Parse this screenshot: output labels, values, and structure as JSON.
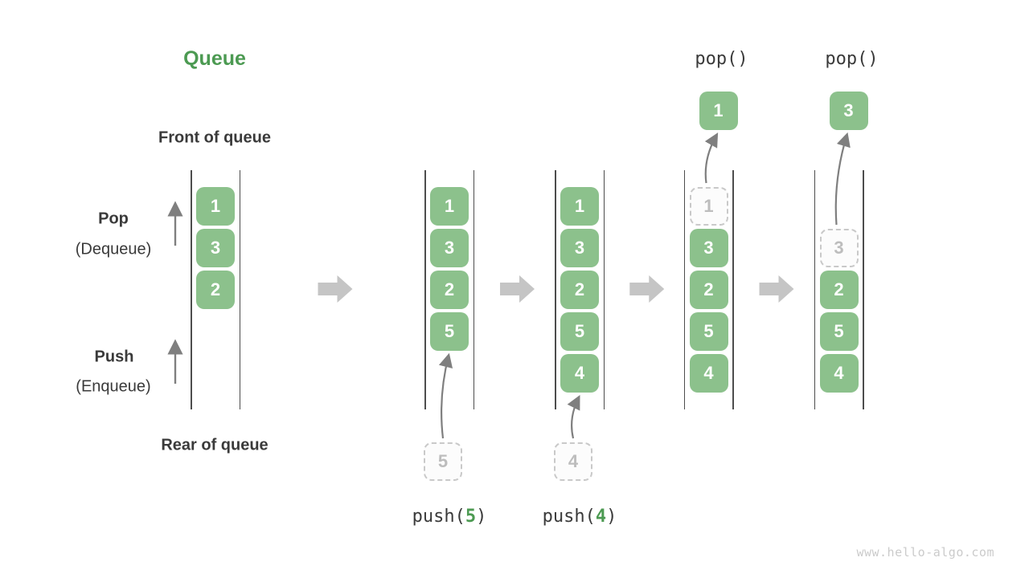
{
  "title": "Queue",
  "watermark": "www.hello-algo.com",
  "side_labels": {
    "front": "Front of queue",
    "rear": "Rear of queue",
    "pop": "Pop",
    "pop_sub": "(Dequeue)",
    "push": "Push",
    "push_sub": "(Enqueue)"
  },
  "colors": {
    "accent_green": "#4c9a52",
    "box_green": "#8cc18c",
    "box_text": "#ffffff",
    "ghost_fill": "#fcfcfc",
    "ghost_border": "#c9c9c9",
    "ghost_text": "#bdbdbd",
    "dark_text": "#3a3a3a",
    "thin_arrow": "#7f7f7f",
    "block_arrow": "#c5c5c5",
    "rail": "#4d4d4d",
    "watermark": "#cbcbcb"
  },
  "diagram": {
    "states": [
      {
        "cells": [
          {
            "row": 0,
            "value": "1",
            "ghost": false
          },
          {
            "row": 1,
            "value": "3",
            "ghost": false
          },
          {
            "row": 2,
            "value": "2",
            "ghost": false
          }
        ],
        "op": null
      },
      {
        "cells": [
          {
            "row": 0,
            "value": "1",
            "ghost": false
          },
          {
            "row": 1,
            "value": "3",
            "ghost": false
          },
          {
            "row": 2,
            "value": "2",
            "ghost": false
          },
          {
            "row": 3,
            "value": "5",
            "ghost": false
          }
        ],
        "op": {
          "type": "push",
          "ghost_value": "5",
          "label_prefix": "push(",
          "label_arg": "5",
          "label_suffix": ")"
        }
      },
      {
        "cells": [
          {
            "row": 0,
            "value": "1",
            "ghost": false
          },
          {
            "row": 1,
            "value": "3",
            "ghost": false
          },
          {
            "row": 2,
            "value": "2",
            "ghost": false
          },
          {
            "row": 3,
            "value": "5",
            "ghost": false
          },
          {
            "row": 4,
            "value": "4",
            "ghost": false
          }
        ],
        "op": {
          "type": "push",
          "ghost_value": "4",
          "label_prefix": "push(",
          "label_arg": "4",
          "label_suffix": ")"
        }
      },
      {
        "cells": [
          {
            "row": 0,
            "value": "1",
            "ghost": true
          },
          {
            "row": 1,
            "value": "3",
            "ghost": false
          },
          {
            "row": 2,
            "value": "2",
            "ghost": false
          },
          {
            "row": 3,
            "value": "5",
            "ghost": false
          },
          {
            "row": 4,
            "value": "4",
            "ghost": false
          }
        ],
        "op": {
          "type": "pop",
          "popped_value": "1",
          "label_prefix": "pop()",
          "label_arg": "",
          "label_suffix": ""
        }
      },
      {
        "cells": [
          {
            "row": 1,
            "value": "3",
            "ghost": true
          },
          {
            "row": 2,
            "value": "2",
            "ghost": false
          },
          {
            "row": 3,
            "value": "5",
            "ghost": false
          },
          {
            "row": 4,
            "value": "4",
            "ghost": false
          }
        ],
        "op": {
          "type": "pop",
          "popped_value": "3",
          "label_prefix": "pop()",
          "label_arg": "",
          "label_suffix": ""
        }
      }
    ]
  }
}
